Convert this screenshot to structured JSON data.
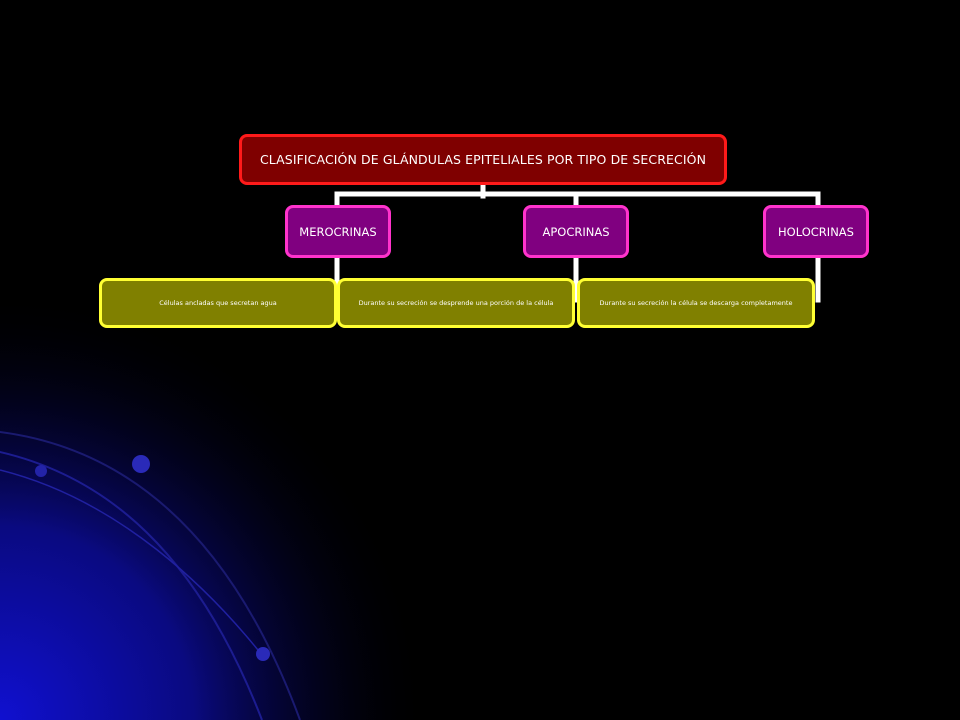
{
  "root": {
    "label": "CLASIFICACIÓN  DE GLÁNDULAS  EPITELIALES  POR TIPO DE SECRECIÓN"
  },
  "categories": [
    {
      "label": "MEROCRINAS",
      "description": "Células ancladas que secretan agua"
    },
    {
      "label": "APOCRINAS",
      "description": "Durante su secreción se desprende una porción de la célula"
    },
    {
      "label": "HOLOCRINAS",
      "description": "Durante su secreción la célula se descarga completamente"
    }
  ],
  "colors": {
    "background": "#000000",
    "root_fill": "#7f0000",
    "root_border": "#ff1a1a",
    "category_fill": "#800080",
    "category_border": "#ff33cc",
    "description_fill": "#808000",
    "description_border": "#ffff33",
    "connector": "#ffffff"
  }
}
